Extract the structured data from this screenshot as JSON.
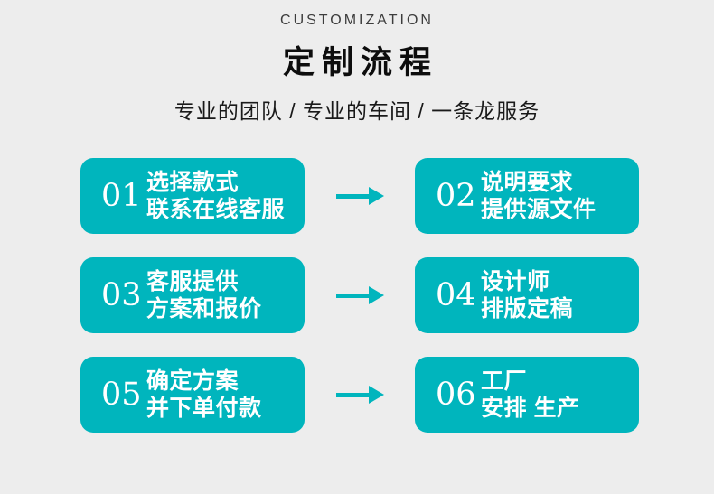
{
  "header": {
    "eyebrow": "CUSTOMIZATION",
    "title": "定制流程",
    "subtitle": "专业的团队 / 专业的车间 / 一条龙服务"
  },
  "colors": {
    "accent": "#00b5bd",
    "background": "#ededed",
    "eyebrow_text": "#3d3d3d",
    "title_text": "#0d0d0d",
    "subtitle_text": "#1a1a1a",
    "card_text": "#ffffff"
  },
  "steps": [
    {
      "number": "01",
      "line1": "选择款式",
      "line2": "联系在线客服"
    },
    {
      "number": "02",
      "line1": "说明要求",
      "line2": "提供源文件"
    },
    {
      "number": "03",
      "line1": "客服提供",
      "line2": "方案和报价"
    },
    {
      "number": "04",
      "line1": "设计师",
      "line2": "排版定稿"
    },
    {
      "number": "05",
      "line1": "确定方案",
      "line2": "并下单付款"
    },
    {
      "number": "06",
      "line1": "工厂",
      "line2": "安排 生产"
    }
  ]
}
